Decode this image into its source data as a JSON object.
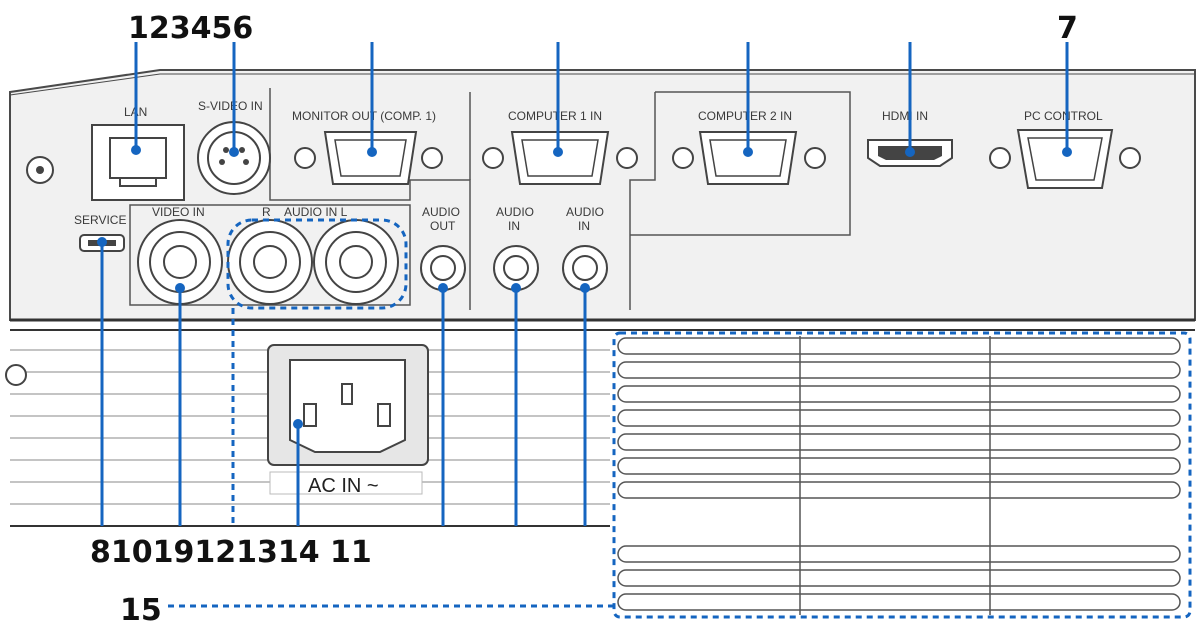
{
  "callouts": {
    "top_left": "123456",
    "top_right": "7",
    "bottom": "81019121314 11",
    "vent": "15"
  },
  "panel_labels": {
    "lan": "LAN",
    "s_video_in": "S-VIDEO IN",
    "monitor_out": "MONITOR OUT (COMP. 1)",
    "computer1_in": "COMPUTER 1 IN",
    "computer2_in": "COMPUTER 2 IN",
    "hdmi_in": "HDMI IN",
    "pc_control": "PC CONTROL",
    "service": "SERVICE",
    "video_in": "VIDEO IN",
    "audio_in_r": "R",
    "audio_in_lr": "AUDIO IN  L",
    "audio_out_1": "AUDIO",
    "audio_out_2": "OUT",
    "audio_in_a1": "AUDIO",
    "audio_in_a2": "IN",
    "audio_in_b1": "AUDIO",
    "audio_in_b2": "IN",
    "ac_in": "AC IN ~"
  },
  "colors": {
    "callout_line": "#1565c0",
    "panel_fill": "#f1f1f1",
    "panel_stroke": "#4a4a4a"
  }
}
